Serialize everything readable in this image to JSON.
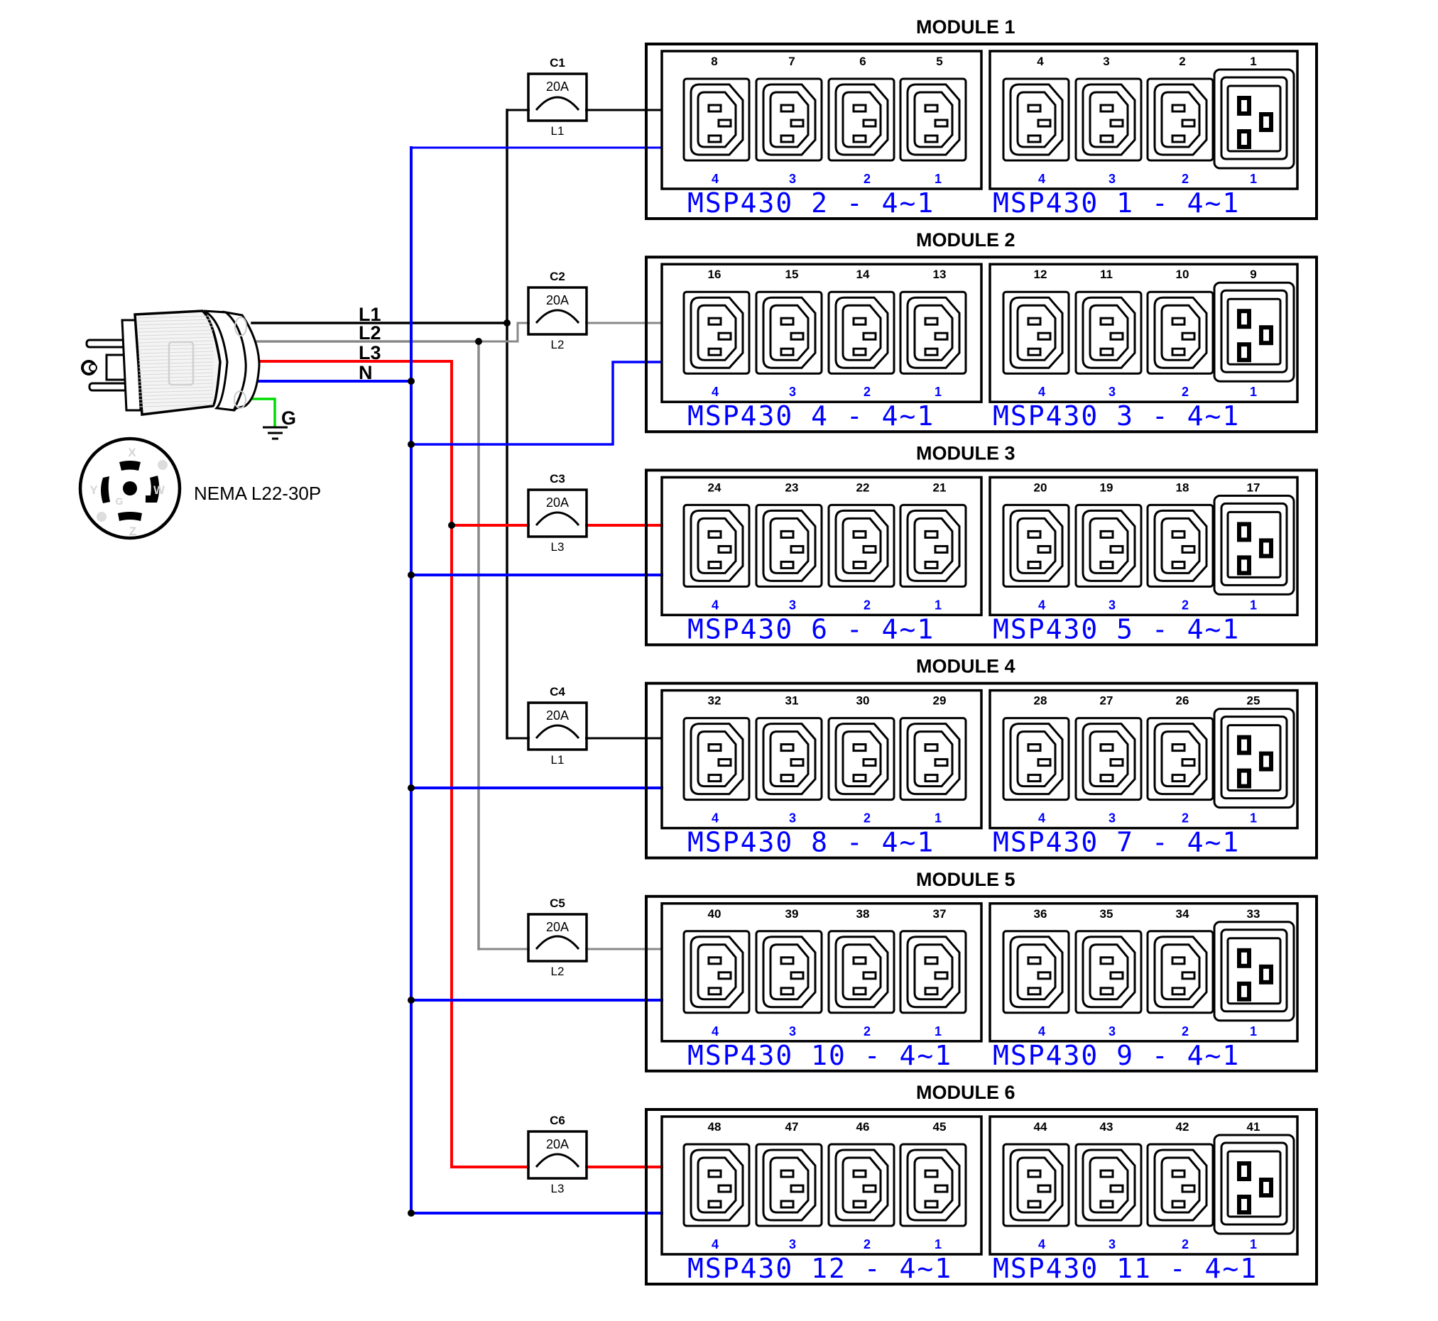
{
  "colors": {
    "L1": "#000000",
    "L2": "#888888",
    "L3": "#ff0000",
    "N": "#0000ff",
    "G": "#00dd00",
    "label_blue": "#0000ff"
  },
  "plug": {
    "line_labels": [
      "L1",
      "L2",
      "L3",
      "N"
    ],
    "ground_label": "G",
    "nema_label": "NEMA L22-30P",
    "face_letters": [
      "X",
      "Y",
      "W",
      "Z",
      "G"
    ]
  },
  "breakers": [
    {
      "id": "C1",
      "rating": "20A",
      "phase": "L1"
    },
    {
      "id": "C2",
      "rating": "20A",
      "phase": "L2"
    },
    {
      "id": "C3",
      "rating": "20A",
      "phase": "L3"
    },
    {
      "id": "C4",
      "rating": "20A",
      "phase": "L1"
    },
    {
      "id": "C5",
      "rating": "20A",
      "phase": "L2"
    },
    {
      "id": "C6",
      "rating": "20A",
      "phase": "L3"
    }
  ],
  "modules": [
    {
      "title": "MODULE 1",
      "left": {
        "outlets": [
          "8",
          "7",
          "6",
          "5"
        ],
        "ports": [
          "4",
          "3",
          "2",
          "1"
        ],
        "label": "MSP430  2  -  4~1"
      },
      "right": {
        "outlets": [
          "4",
          "3",
          "2",
          "1"
        ],
        "ports": [
          "4",
          "3",
          "2",
          "1"
        ],
        "label": "MSP430  1  -  4~1"
      }
    },
    {
      "title": "MODULE 2",
      "left": {
        "outlets": [
          "16",
          "15",
          "14",
          "13"
        ],
        "ports": [
          "4",
          "3",
          "2",
          "1"
        ],
        "label": "MSP430  4  -  4~1"
      },
      "right": {
        "outlets": [
          "12",
          "11",
          "10",
          "9"
        ],
        "ports": [
          "4",
          "3",
          "2",
          "1"
        ],
        "label": "MSP430  3  -  4~1"
      }
    },
    {
      "title": "MODULE 3",
      "left": {
        "outlets": [
          "24",
          "23",
          "22",
          "21"
        ],
        "ports": [
          "4",
          "3",
          "2",
          "1"
        ],
        "label": "MSP430  6  -  4~1"
      },
      "right": {
        "outlets": [
          "20",
          "19",
          "18",
          "17"
        ],
        "ports": [
          "4",
          "3",
          "2",
          "1"
        ],
        "label": "MSP430  5  -  4~1"
      }
    },
    {
      "title": "MODULE 4",
      "left": {
        "outlets": [
          "32",
          "31",
          "30",
          "29"
        ],
        "ports": [
          "4",
          "3",
          "2",
          "1"
        ],
        "label": "MSP430  8  -  4~1"
      },
      "right": {
        "outlets": [
          "28",
          "27",
          "26",
          "25"
        ],
        "ports": [
          "4",
          "3",
          "2",
          "1"
        ],
        "label": "MSP430  7  -  4~1"
      }
    },
    {
      "title": "MODULE 5",
      "left": {
        "outlets": [
          "40",
          "39",
          "38",
          "37"
        ],
        "ports": [
          "4",
          "3",
          "2",
          "1"
        ],
        "label": "MSP430  10  -  4~1"
      },
      "right": {
        "outlets": [
          "36",
          "35",
          "34",
          "33"
        ],
        "ports": [
          "4",
          "3",
          "2",
          "1"
        ],
        "label": "MSP430  9  -  4~1"
      }
    },
    {
      "title": "MODULE 6",
      "left": {
        "outlets": [
          "48",
          "47",
          "46",
          "45"
        ],
        "ports": [
          "4",
          "3",
          "2",
          "1"
        ],
        "label": "MSP430  12  -  4~1"
      },
      "right": {
        "outlets": [
          "44",
          "43",
          "42",
          "41"
        ],
        "ports": [
          "4",
          "3",
          "2",
          "1"
        ],
        "label": "MSP430  11  -  4~1"
      }
    }
  ]
}
